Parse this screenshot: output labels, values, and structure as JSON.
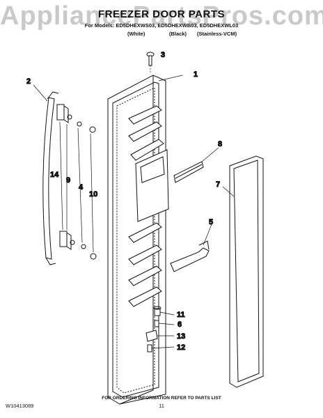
{
  "watermark": "AppliancePartsPros.com",
  "title": "FREEZER DOOR PARTS",
  "models_line": "For Models: ED5DHEXWS03, ED5DHEXWB03, ED5DHEXWL03",
  "variants": [
    "(White)",
    "(Black)",
    "(Stainless-VCM)"
  ],
  "callouts": [
    "1",
    "2",
    "3",
    "4",
    "5",
    "6",
    "7",
    "8",
    "9",
    "10",
    "11",
    "12",
    "13",
    "14"
  ],
  "footer": "FOR ORDERING INFORMATION REFER TO PARTS LIST",
  "doc_number": "W10413089",
  "page_number": "11"
}
